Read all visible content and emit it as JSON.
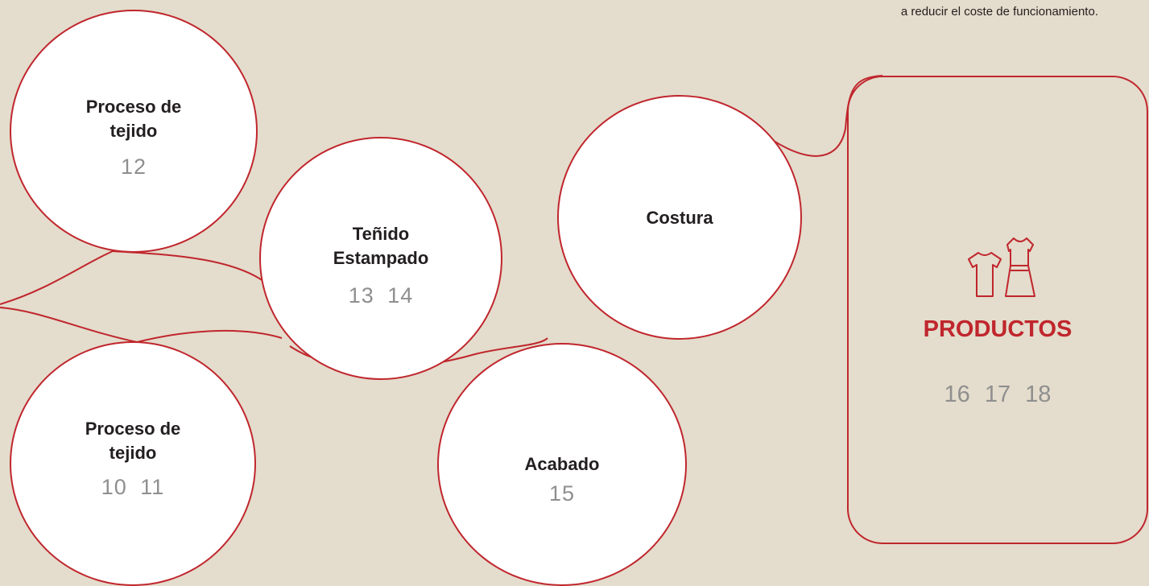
{
  "header": {
    "note": "a reducir el coste de funcionamiento."
  },
  "colors": {
    "background": "#e4dccc",
    "accent": "#c0262d",
    "node_fill": "#ffffff",
    "text": "#231f20",
    "numbers": "#8f8f8f"
  },
  "nodes": {
    "tejido_top": {
      "title_line1": "Proceso de",
      "title_line2": "tejido",
      "refs": "12"
    },
    "tenido": {
      "title_line1": "Teñido",
      "title_line2": "Estampado",
      "refs": "13 14"
    },
    "costura": {
      "title": "Costura"
    },
    "tejido_bottom": {
      "title_line1": "Proceso de",
      "title_line2": "tejido",
      "refs": "10 11"
    },
    "acabado": {
      "title": "Acabado",
      "refs": "15"
    }
  },
  "products": {
    "title": "PRODUCTOS",
    "refs": "16 17 18",
    "icons": [
      "tshirt-icon",
      "dress-icon"
    ]
  }
}
